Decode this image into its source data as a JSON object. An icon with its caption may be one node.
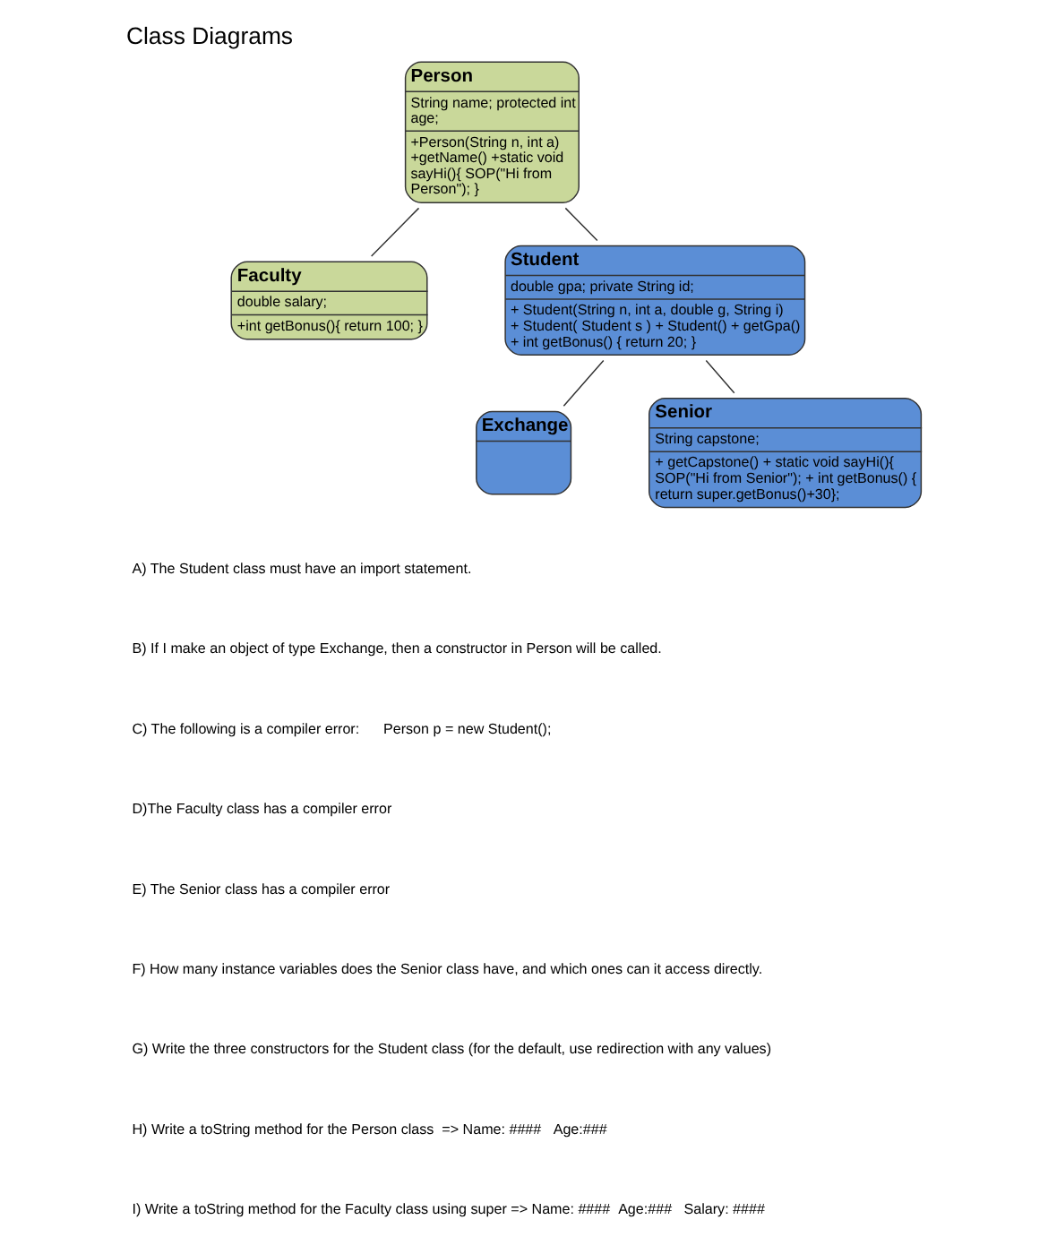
{
  "diagram": {
    "title": "Class Diagrams",
    "nodes": [
      {
        "text": [
          "Person",
          "String name; protected int age;",
          "+Person(String n, int a) +getName() +static void sayHi(){ SOP(\"Hi from Person\"); }"
        ]
      },
      {
        "text": [
          "Faculty",
          "double salary;",
          "+int getBonus(){ return 100; }"
        ]
      },
      {
        "text": [
          "Student",
          "double gpa; private String id;",
          "+ Student(String n, int a, double g, String i) + Student( Student s ) + Student() + getGpa() + int getBonus() { return 20; }"
        ]
      },
      {
        "text": [
          "Exchange"
        ]
      },
      {
        "text": [
          "Senior",
          "String capstone;",
          "+ getCapstone() + static void sayHi(){ SOP(\"Hi from Senior\"); + int getBonus() { return super.getBonus()+30};"
        ]
      }
    ],
    "edges": [
      {
        "from": 0,
        "to": 1,
        "arrow": "none"
      },
      {
        "from": 0,
        "to": 2,
        "arrow": "none"
      },
      {
        "from": 2,
        "to": 3,
        "arrow": "none"
      },
      {
        "from": 2,
        "to": 4,
        "arrow": "none"
      }
    ],
    "labels": [
      "A) The Student class must have an import statement.",
      "B) If I make an object of type Exchange, then a constructor in Person will be called.",
      "C) The following is a compiler error:      Person p = new Student();",
      "D)The Faculty class has a compiler error",
      "E) The Senior class has a compiler error",
      "F) How many instance variables does the Senior class have, and which ones can it access directly.",
      "G) Write the three constructors for the Student class (for the default, use redirection with any values)",
      "H) Write a toString method for the Person class  => Name: ####   Age:###",
      "I) Write a toString method for the Faculty class using super => Name: ####  Age:###   Salary: ####"
    ]
  }
}
